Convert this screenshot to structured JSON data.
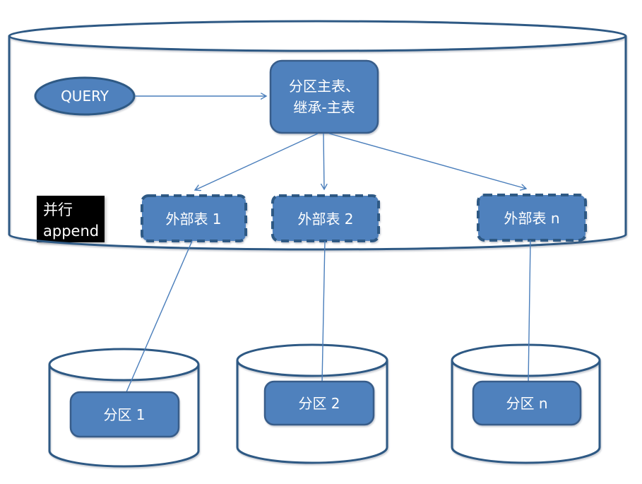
{
  "diagram": {
    "kind": "database-partition-architecture",
    "colors": {
      "node_fill": "#4F81BD",
      "node_border": "#385D8A",
      "cylinder_border": "#2E5984",
      "connector_line": "#4A7EBB",
      "parallel_label_bg": "#000000",
      "text": "#FFFFFF"
    },
    "query_node": {
      "label": "QUERY"
    },
    "master_node": {
      "label_line1": "分区主表、",
      "label_line2": "继承-主表"
    },
    "parallel_label": {
      "line1": "并行",
      "line2": "append"
    },
    "external_tables": [
      {
        "label": "外部表 1"
      },
      {
        "label": "外部表 2"
      },
      {
        "label": "外部表 n"
      }
    ],
    "partitions": [
      {
        "label": "分区 1"
      },
      {
        "label": "分区 2"
      },
      {
        "label": "分区 n"
      }
    ]
  }
}
